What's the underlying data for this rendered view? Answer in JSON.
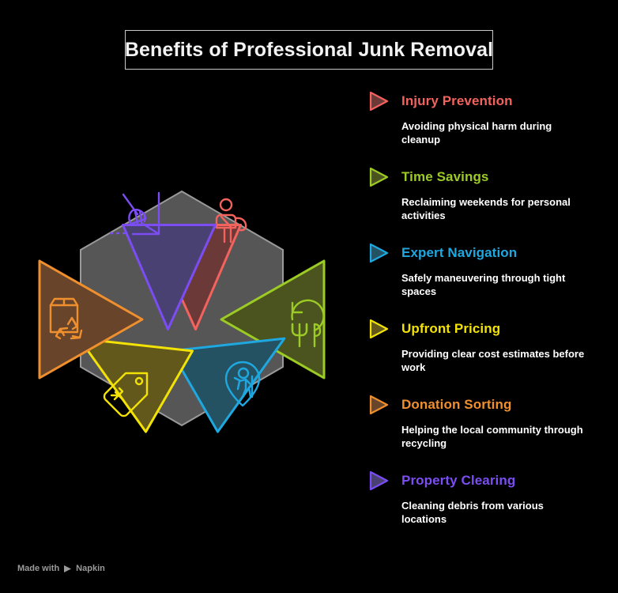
{
  "title": "Benefits of Professional Junk Removal",
  "colors": {
    "background": "#000000",
    "hexagon": "#565656",
    "hexagon_border": "#9a9a9a",
    "title_text": "#f2f2f2",
    "title_border": "#c9c9c9",
    "description_text": "#ffffff",
    "footer_text": "#9a9a9a"
  },
  "benefits": [
    {
      "id": "injury-prevention",
      "title": "Injury Prevention",
      "description": "Avoiding physical harm during cleanup",
      "color": "#f2635e",
      "fill": "#6b3a38",
      "icon": "person-arm-sling-icon",
      "position": "top-right"
    },
    {
      "id": "time-savings",
      "title": "Time Savings",
      "description": "Reclaiming weekends for personal activities",
      "color": "#9ccb26",
      "fill": "#4b541f",
      "icon": "clock-cutlery-icon",
      "position": "right"
    },
    {
      "id": "expert-navigation",
      "title": "Expert Navigation",
      "description": "Safely maneuvering through tight spaces",
      "color": "#1fa8e0",
      "fill": "#255263",
      "icon": "map-pin-hiker-icon",
      "position": "bottom-right"
    },
    {
      "id": "upfront-pricing",
      "title": "Upfront Pricing",
      "description": "Providing clear cost estimates before work",
      "color": "#f2e205",
      "fill": "#63581c",
      "icon": "price-tag-icon",
      "position": "bottom-left"
    },
    {
      "id": "donation-sorting",
      "title": "Donation Sorting",
      "description": "Helping the local community through recycling",
      "color": "#ef8f2e",
      "fill": "#68452a",
      "icon": "box-recycle-icon",
      "position": "left"
    },
    {
      "id": "property-clearing",
      "title": "Property Clearing",
      "description": "Cleaning debris from various locations",
      "color": "#7b4df2",
      "fill": "#4a4173",
      "icon": "broom-dustpan-icon",
      "position": "top-left"
    }
  ],
  "footer": {
    "prefix": "Made with",
    "brand": "Napkin"
  }
}
